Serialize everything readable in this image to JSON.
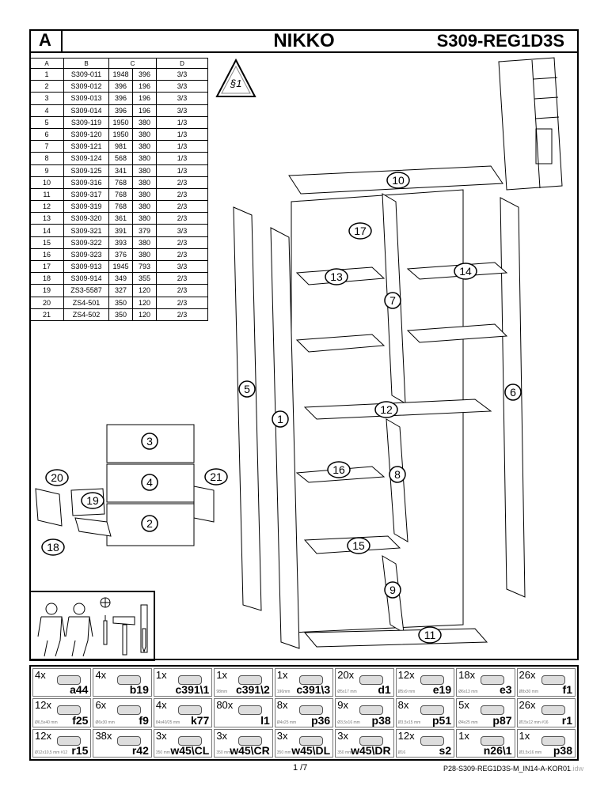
{
  "header": {
    "section": "A",
    "title": "NIKKO",
    "code": "S309-REG1D3S"
  },
  "table": {
    "headers": [
      "A",
      "B",
      "C",
      "D"
    ],
    "rows": [
      [
        "1",
        "S309-011",
        "1948",
        "396",
        "3/3"
      ],
      [
        "2",
        "S309-012",
        "396",
        "196",
        "3/3"
      ],
      [
        "3",
        "S309-013",
        "396",
        "196",
        "3/3"
      ],
      [
        "4",
        "S309-014",
        "396",
        "196",
        "3/3"
      ],
      [
        "5",
        "S309-119",
        "1950",
        "380",
        "1/3"
      ],
      [
        "6",
        "S309-120",
        "1950",
        "380",
        "1/3"
      ],
      [
        "7",
        "S309-121",
        "981",
        "380",
        "1/3"
      ],
      [
        "8",
        "S309-124",
        "568",
        "380",
        "1/3"
      ],
      [
        "9",
        "S309-125",
        "341",
        "380",
        "1/3"
      ],
      [
        "10",
        "S309-316",
        "768",
        "380",
        "2/3"
      ],
      [
        "11",
        "S309-317",
        "768",
        "380",
        "2/3"
      ],
      [
        "12",
        "S309-319",
        "768",
        "380",
        "2/3"
      ],
      [
        "13",
        "S309-320",
        "361",
        "380",
        "2/3"
      ],
      [
        "14",
        "S309-321",
        "391",
        "379",
        "3/3"
      ],
      [
        "15",
        "S309-322",
        "393",
        "380",
        "2/3"
      ],
      [
        "16",
        "S309-323",
        "376",
        "380",
        "2/3"
      ],
      [
        "17",
        "S309-913",
        "1945",
        "793",
        "3/3"
      ],
      [
        "18",
        "S309-914",
        "349",
        "355",
        "2/3"
      ],
      [
        "19",
        "ZS3-5587",
        "327",
        "120",
        "2/3"
      ],
      [
        "20",
        "ZS4-501",
        "350",
        "120",
        "2/3"
      ],
      [
        "21",
        "ZS4-502",
        "350",
        "120",
        "2/3"
      ]
    ]
  },
  "warning": "§1",
  "labels": {
    "p1": "1",
    "p2": "2",
    "p3": "3",
    "p4": "4",
    "p5": "5",
    "p6": "6",
    "p7": "7",
    "p8": "8",
    "p9": "9",
    "p10": "10",
    "p11": "11",
    "p12": "12",
    "p13": "13",
    "p14": "14",
    "p15": "15",
    "p16": "16",
    "p17": "17",
    "p18": "18",
    "p19": "19",
    "p20": "20",
    "p21": "21"
  },
  "hardware": [
    {
      "qty": "4x",
      "code": "a44",
      "size": ""
    },
    {
      "qty": "4x",
      "code": "b19",
      "size": ""
    },
    {
      "qty": "1x",
      "code": "c391\\1",
      "size": ""
    },
    {
      "qty": "1x",
      "code": "c391\\2",
      "size": "98mm"
    },
    {
      "qty": "1x",
      "code": "c391\\3",
      "size": "196mm"
    },
    {
      "qty": "20x",
      "code": "d1",
      "size": "Ø5x17 mm"
    },
    {
      "qty": "12x",
      "code": "e19",
      "size": "Ø5x9 mm"
    },
    {
      "qty": "18x",
      "code": "e3",
      "size": "Ø6x13 mm"
    },
    {
      "qty": "26x",
      "code": "f1",
      "size": "Ø8x30 mm"
    },
    {
      "qty": "12x",
      "code": "f25",
      "size": "Ø6,5x40 mm"
    },
    {
      "qty": "6x",
      "code": "f9",
      "size": "Ø6x30 mm"
    },
    {
      "qty": "4x",
      "code": "k77",
      "size": "84x40/25 mm"
    },
    {
      "qty": "80x",
      "code": "l1",
      "size": ""
    },
    {
      "qty": "8x",
      "code": "p36",
      "size": "Ø4x25 mm"
    },
    {
      "qty": "9x",
      "code": "p38",
      "size": "Ø3,5x16 mm"
    },
    {
      "qty": "8x",
      "code": "p51",
      "size": "Ø3,5x15 mm"
    },
    {
      "qty": "5x",
      "code": "p87",
      "size": "Ø4x25 mm"
    },
    {
      "qty": "26x",
      "code": "r1",
      "size": "Ø15x12 mm #16"
    },
    {
      "qty": "12x",
      "code": "r15",
      "size": "Ø12x10,5 mm #12"
    },
    {
      "qty": "38x",
      "code": "r42",
      "size": ""
    },
    {
      "qty": "3x",
      "code": "w45\\CL",
      "size": "350 mm"
    },
    {
      "qty": "3x",
      "code": "w45\\CR",
      "size": "350 mm"
    },
    {
      "qty": "3x",
      "code": "w45\\DL",
      "size": "350 mm"
    },
    {
      "qty": "3x",
      "code": "w45\\DR",
      "size": "350 mm"
    },
    {
      "qty": "12x",
      "code": "s2",
      "size": "Ø16"
    },
    {
      "qty": "1x",
      "code": "n26\\1",
      "size": ""
    },
    {
      "qty": "1x",
      "code": "p38",
      "size": "Ø3,5x16 mm"
    }
  ],
  "footer": {
    "page": "1 /7",
    "file": "P28-S309-REG1D3S-M_IN14-A-KOR01",
    "ext": ".idw"
  }
}
